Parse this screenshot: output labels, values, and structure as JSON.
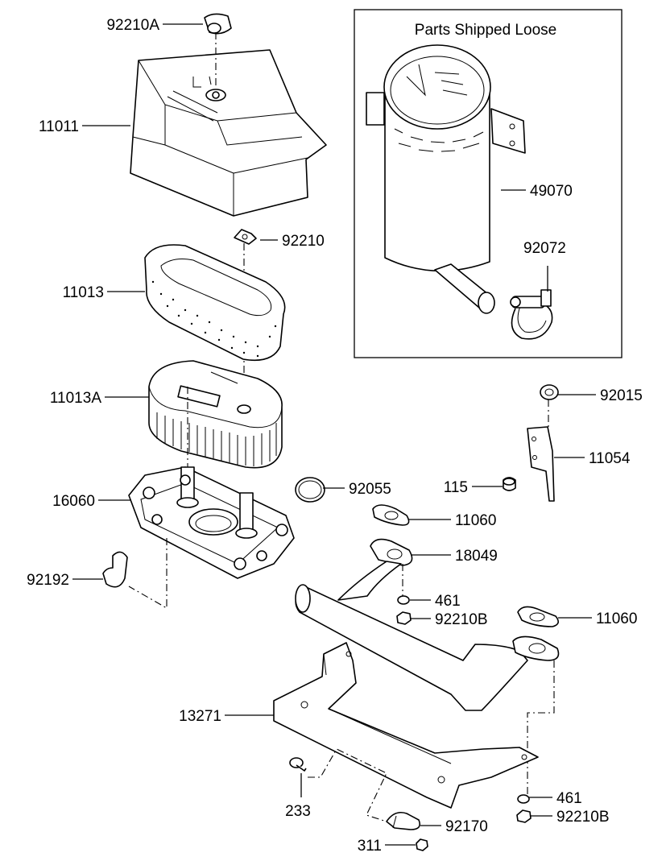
{
  "loose_box_title": "Parts Shipped Loose",
  "callouts": {
    "p92210A": "92210A",
    "p11011": "11011",
    "p92210": "92210",
    "p11013": "11013",
    "p11013A": "11013A",
    "p16060": "16060",
    "p92055": "92055",
    "p92192": "92192",
    "p49070": "49070",
    "p92072": "92072",
    "p92015": "92015",
    "p11054": "11054",
    "p115": "115",
    "p11060a": "11060",
    "p18049": "18049",
    "p461a": "461",
    "p92210Ba": "92210B",
    "p11060b": "11060",
    "p13271": "13271",
    "p233": "233",
    "p92170": "92170",
    "p311": "311",
    "p461b": "461",
    "p92210Bb": "92210B"
  }
}
